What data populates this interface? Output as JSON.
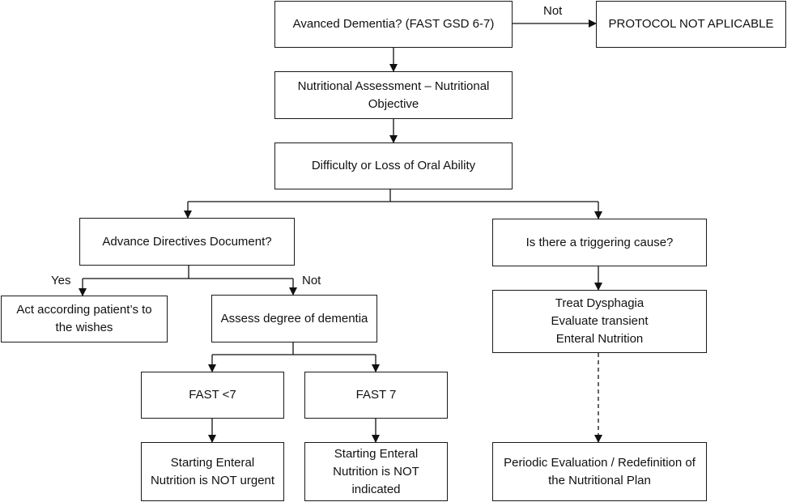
{
  "nodes": {
    "advanced_dementia": [
      "Avanced Dementia? (FAST GSD 6-7)"
    ],
    "protocol_not_applicable": [
      "PROTOCOL NOT APLICABLE"
    ],
    "nutritional_assessment": [
      "Nutritional Assessment – Nutritional",
      "Objective"
    ],
    "difficulty_oral": [
      "Difficulty or Loss of Oral Ability"
    ],
    "advance_directives": [
      "Advance Directives Document?"
    ],
    "triggering_cause": [
      "Is there a triggering cause?"
    ],
    "act_according": [
      "Act according patient’s to",
      "the wishes"
    ],
    "assess_degree": [
      "Assess degree of dementia"
    ],
    "treat_dysphagia": [
      "Treat Dysphagia",
      "Evaluate transient",
      "Enteral Nutrition"
    ],
    "fast_lt7": [
      "FAST <7"
    ],
    "fast_7": [
      "FAST 7"
    ],
    "enteral_not_urgent": [
      "Starting Enteral",
      "Nutrition is NOT urgent"
    ],
    "enteral_not_indicated": [
      "Starting Enteral",
      "Nutrition is NOT",
      "indicated"
    ],
    "periodic_evaluation": [
      "Periodic Evaluation / Redefinition of",
      "the Nutritional Plan"
    ]
  },
  "edge_labels": {
    "not_top": "Not",
    "yes": "Yes",
    "not_left": "Not"
  }
}
